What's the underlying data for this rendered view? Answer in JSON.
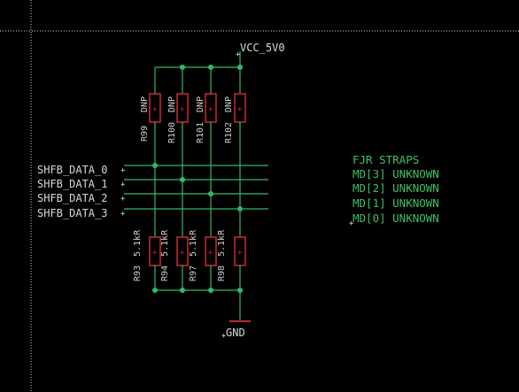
{
  "colors": {
    "background": "#000000",
    "wire": "#33b86a",
    "net_label": "#d8d8d8",
    "component": "#c0272d",
    "component_label": "#cfcfcf",
    "note_text": "#3fbf63",
    "junction": "#33b86a",
    "crosshair": "#d0d0d0"
  },
  "power": {
    "vcc_label": "VCC_5V0",
    "gnd_label": "GND"
  },
  "nets": [
    "SHFB_DATA_0",
    "SHFB_DATA_1",
    "SHFB_DATA_2",
    "SHFB_DATA_3"
  ],
  "resistors_top": [
    {
      "name": "R99",
      "value": "DNP"
    },
    {
      "name": "R100",
      "value": "DNP"
    },
    {
      "name": "R101",
      "value": "DNP"
    },
    {
      "name": "R102",
      "value": "DNP"
    }
  ],
  "resistors_bottom": [
    {
      "name": "R93",
      "value": "5.1kR"
    },
    {
      "name": "R94",
      "value": "5.1kR"
    },
    {
      "name": "R97",
      "value": "5.1kR"
    },
    {
      "name": "R98",
      "value": "5.1kR"
    }
  ],
  "note": {
    "title": "FJR STRAPS",
    "lines": [
      "MD[3] UNKNOWN",
      "MD[2] UNKNOWN",
      "MD[1] UNKNOWN",
      "MD[0] UNKNOWN"
    ]
  }
}
